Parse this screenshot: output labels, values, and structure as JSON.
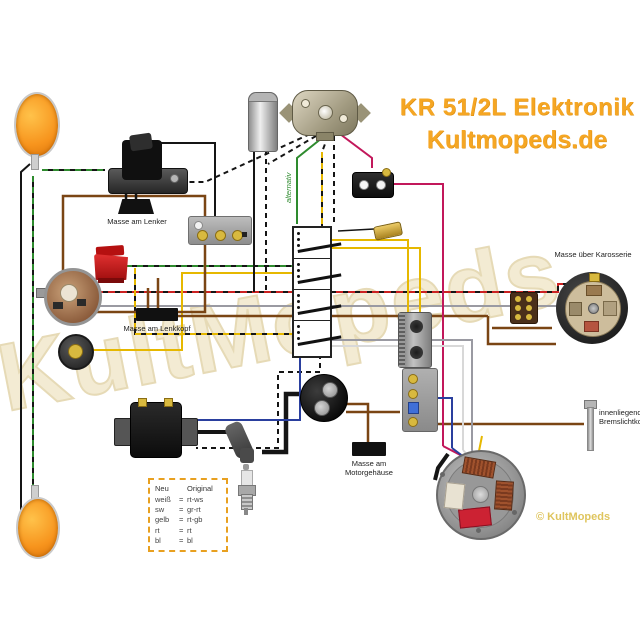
{
  "title": {
    "line1": "KR 51/2L Elektronik",
    "line2": "Kultmopeds.de"
  },
  "watermark": {
    "text": "KultMopeds"
  },
  "copyright": {
    "text": "© KultMopeds"
  },
  "labels": {
    "masse_lenker": "Masse am Lenker",
    "masse_lenkkopf": "Masse am Lenkkopf",
    "masse_motor": "Masse am Motorgehäuse",
    "masse_karosserie": "Masse über Karosserie",
    "bremslicht": "innenliegender Bremslichtkontakt",
    "alternativ": "alternativ"
  },
  "legend": {
    "col_neu": "Neu",
    "col_original": "Original",
    "rows": [
      {
        "neu": "weiß",
        "eq": "=",
        "orig": "rt-ws"
      },
      {
        "neu": "sw",
        "eq": "=",
        "orig": "gr-rt"
      },
      {
        "neu": "gelb",
        "eq": "=",
        "orig": "rt-gb"
      },
      {
        "neu": "rt",
        "eq": "=",
        "orig": "rt"
      },
      {
        "neu": "bl",
        "eq": "=",
        "orig": "bl"
      }
    ]
  },
  "colors": {
    "title_orange": "#F5A623",
    "watermark_cream": "#F3EBD3",
    "legend_border_orange": "#E8A020",
    "signal_lens_orange": "#F7941D",
    "wire_brown": "#7A4514",
    "wire_red_black": "#CC2222",
    "wire_crimson": "#C2185B",
    "wire_green_black": "#2E8B2E",
    "wire_yellow": "#E6B800",
    "wire_blue": "#2A3F9E",
    "wire_gray": "#9A9AA2",
    "wire_black": "#151515"
  },
  "components": [
    "front-turn-signal",
    "rear-turn-signal",
    "dimmer-switch",
    "handlebar-ground-connector",
    "headlight-terminal-strip",
    "kill-switch-red",
    "headlight-bulb-socket",
    "pilot-lamp-socket",
    "steering-head-ground",
    "ignition-coil",
    "spark-plug-cap",
    "spark-plug",
    "ignition-lock",
    "engine-ground",
    "main-switch-assembly",
    "flasher-relay-cylinder",
    "horn",
    "brake-light-switch",
    "fuse",
    "junction-block",
    "terminal-strip",
    "three-pole-connector",
    "tail-light",
    "brake-light-contact-pin",
    "magneto-stator-plate"
  ]
}
